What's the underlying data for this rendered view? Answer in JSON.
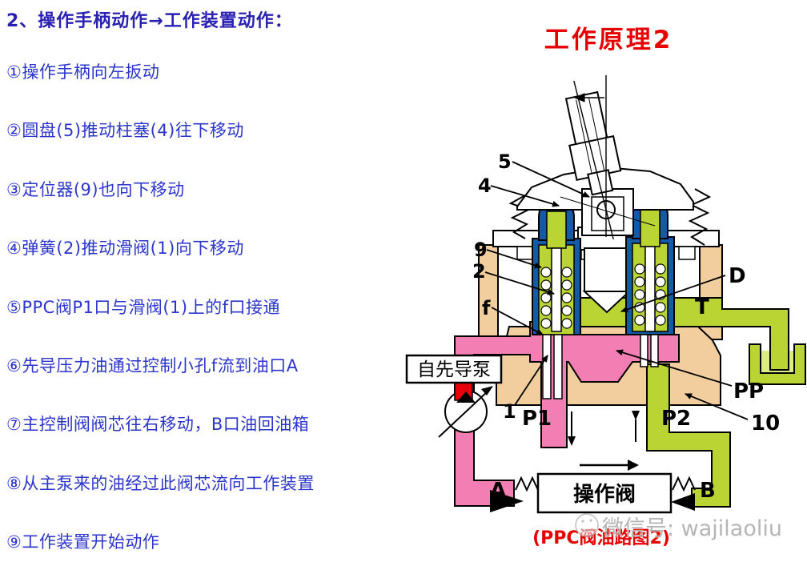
{
  "left_panel": {
    "heading": "2、操作手柄动作→工作装置动作：",
    "steps": [
      "①操作手柄向左扳动",
      "②圆盘(5)推动柱塞(4)往下移动",
      "③定位器(9)也向下移动",
      "④弹簧(2)推动滑阀(1)向下移动",
      "⑤PPC阀P1口与滑阀(1)上的f口接通",
      "⑥先导压力油通过控制小孔f流到油口A",
      "⑦主控制阀阀芯往右移动，B口油回油箱",
      "⑧从主泵来的油经过此阀芯流向工作装置",
      "⑨工作装置开始动作"
    ]
  },
  "diagram": {
    "title": "工作原理2",
    "caption": "(PPC阀油路图2)",
    "watermark": "微信号: wajilaoliu",
    "pump_box_label": "自先导泵",
    "valve_box_label": "操作阀",
    "labels": {
      "disc": "5",
      "piston": "4",
      "retainer": "9",
      "spring": "2",
      "port_f": "f",
      "spool": "1",
      "p1": "P1",
      "p2": "P2",
      "chamber_d": "D",
      "tank_t": "T",
      "chamber_pp": "PP",
      "body": "10",
      "port_a": "A",
      "port_b": "B"
    },
    "colors": {
      "body_tan": "#F2CE9E",
      "pilot_pink": "#F37EB3",
      "drain_green": "#B9D433",
      "tank_light_green": "#DCEC82",
      "piston_blue": "#1659A5",
      "pump_red": "#E8000B",
      "title_red": "#E60000",
      "step_text_blue": "#2C35CC",
      "heading_blue": "#2A20B2",
      "watermark_gray": "#A9A9A9"
    }
  }
}
